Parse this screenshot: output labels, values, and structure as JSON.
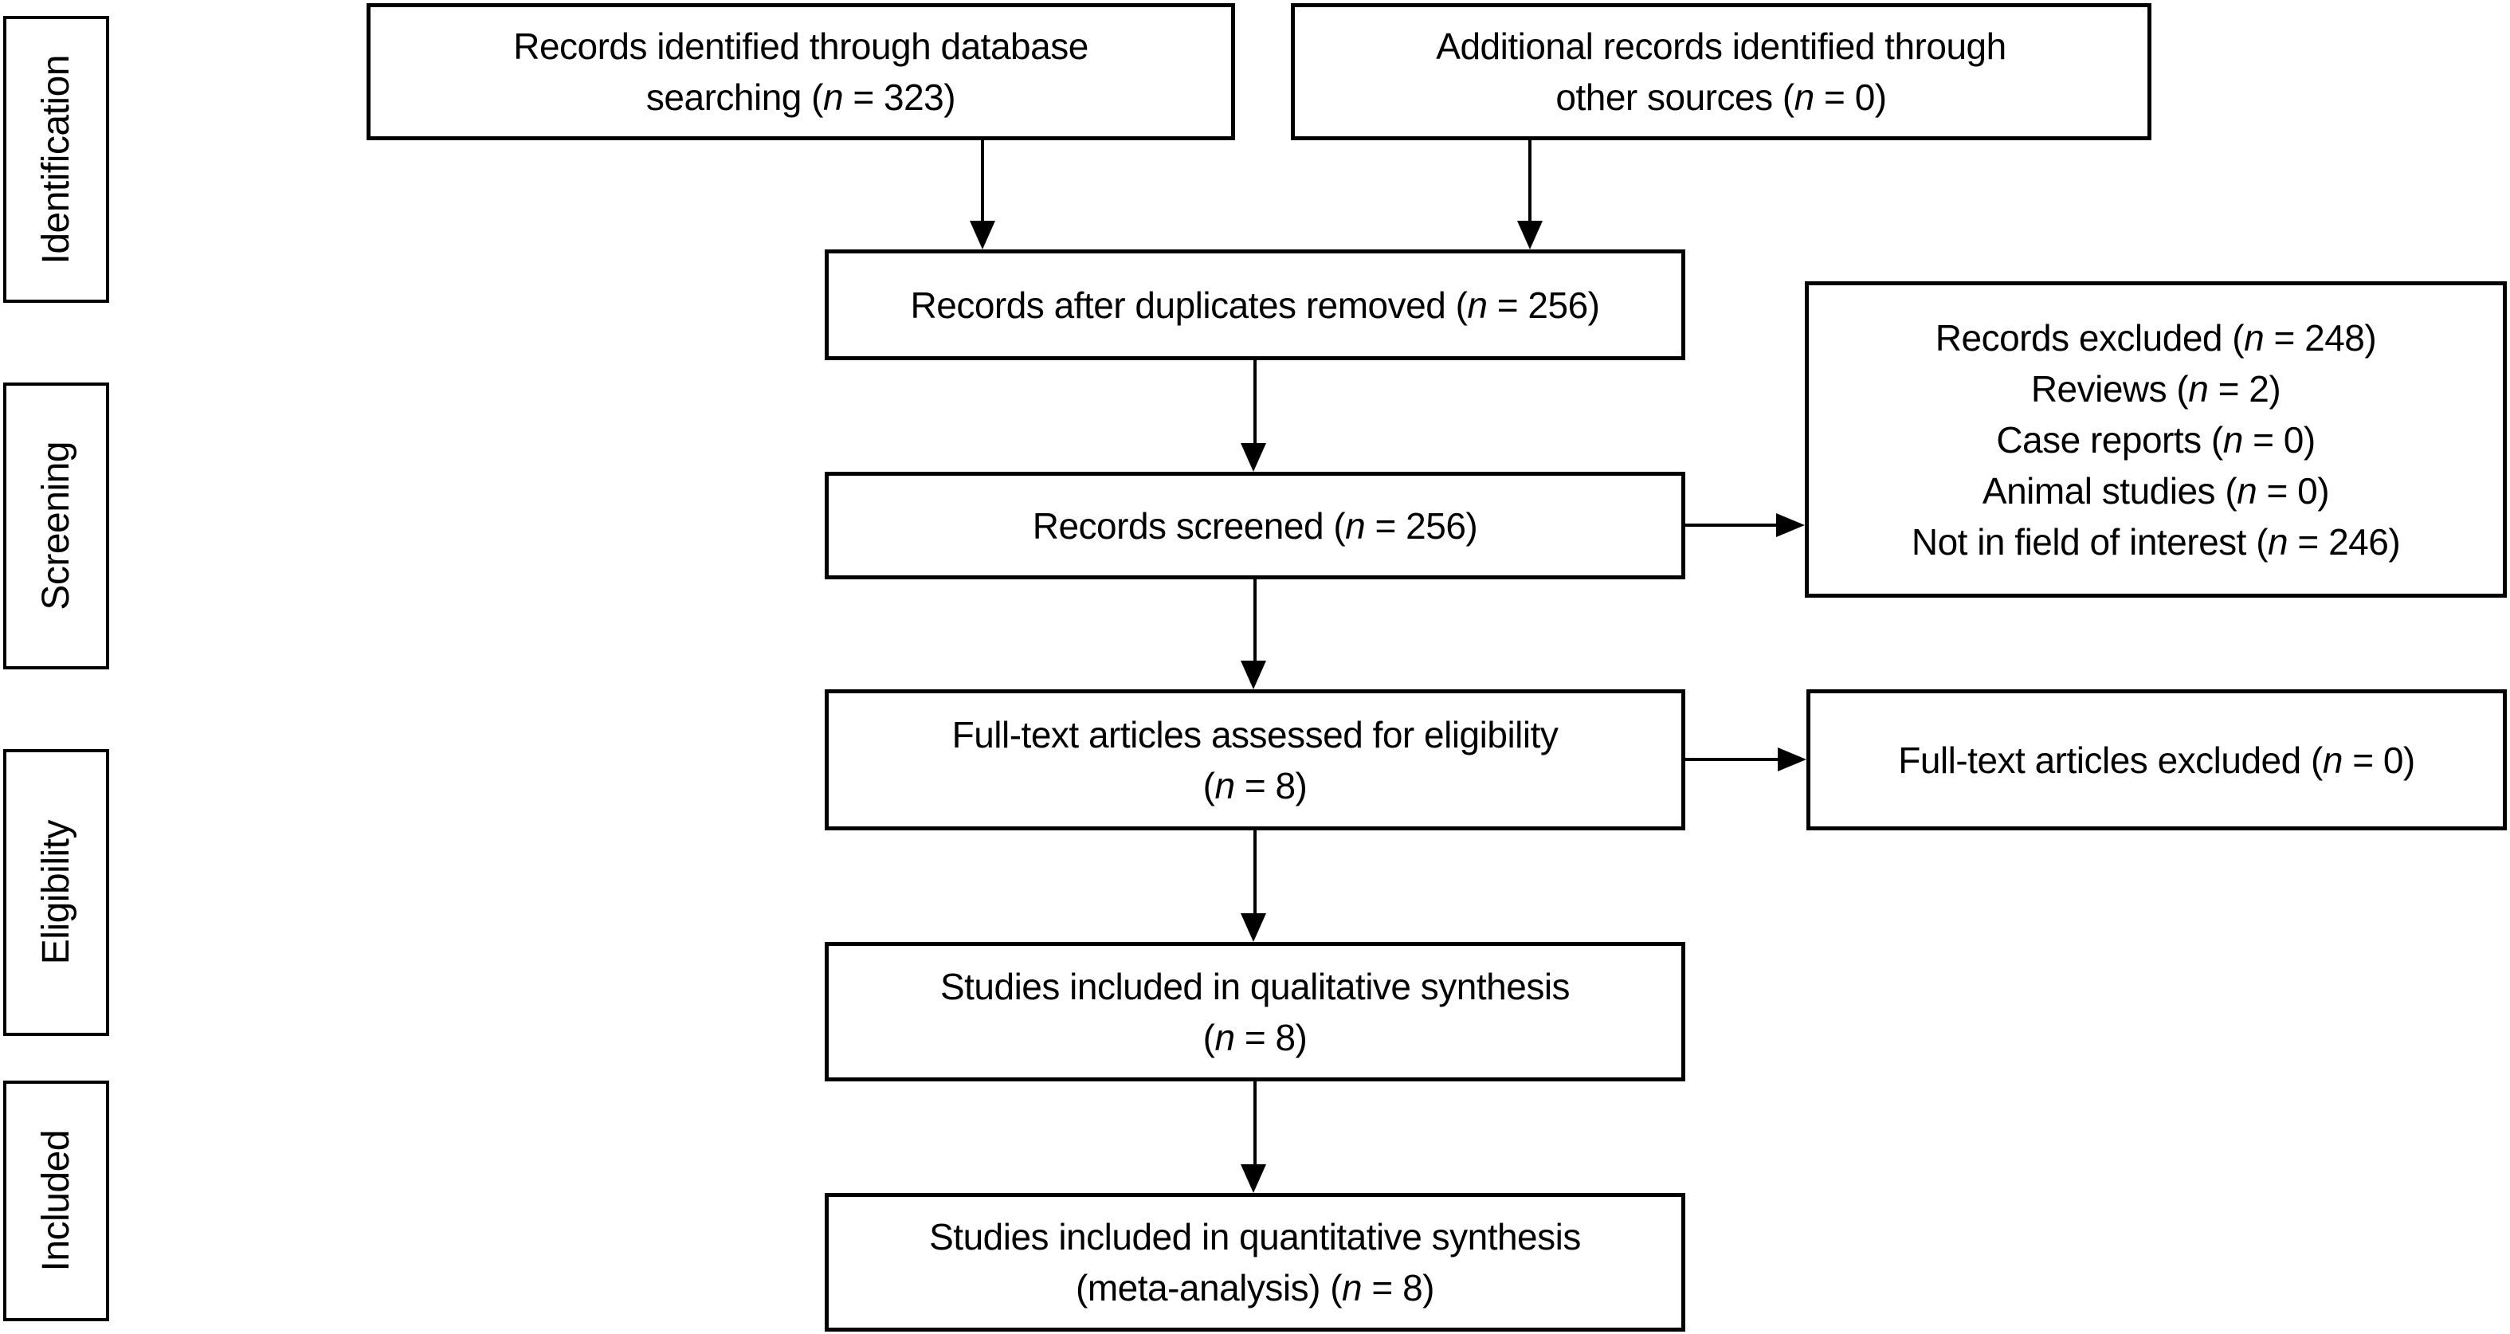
{
  "figure": {
    "kind": "PRISMA flow diagram",
    "colors": {
      "ink": "#000000",
      "background": "#ffffff"
    }
  },
  "stages": {
    "identification": "Identification",
    "screening": "Screening",
    "eligibility": "Eligibility",
    "included": "Included"
  },
  "boxes": {
    "db_search": "Records identified through database\nsearching (n = 323)",
    "other_sources": "Additional records identified through\nother sources (n = 0)",
    "after_duplicates": "Records after duplicates removed (n = 256)",
    "screened": "Records screened (n = 256)",
    "records_excluded": "Records excluded (n = 248)\nReviews (n = 2)\nCase reports (n = 0)\nAnimal studies (n = 0)\nNot in field of interest (n = 246)",
    "fulltext_assessed": "Full-text articles assessed for eligibility\n(n = 8)",
    "fulltext_excluded": "Full-text articles excluded (n = 0)",
    "qualitative_synthesis": "Studies included in qualitative synthesis\n(n = 8)",
    "quantitative_synthesis": "Studies included in quantitative synthesis\n(meta-analysis) (n = 8)"
  },
  "counts": {
    "identified_database": 323,
    "identified_other": 0,
    "after_duplicates": 256,
    "screened": 256,
    "records_excluded": 248,
    "excluded_reviews": 2,
    "excluded_case_reports": 0,
    "excluded_animal_studies": 0,
    "excluded_not_in_field": 246,
    "fulltext_assessed": 8,
    "fulltext_excluded": 0,
    "qualitative_synthesis": 8,
    "quantitative_synthesis": 8
  }
}
